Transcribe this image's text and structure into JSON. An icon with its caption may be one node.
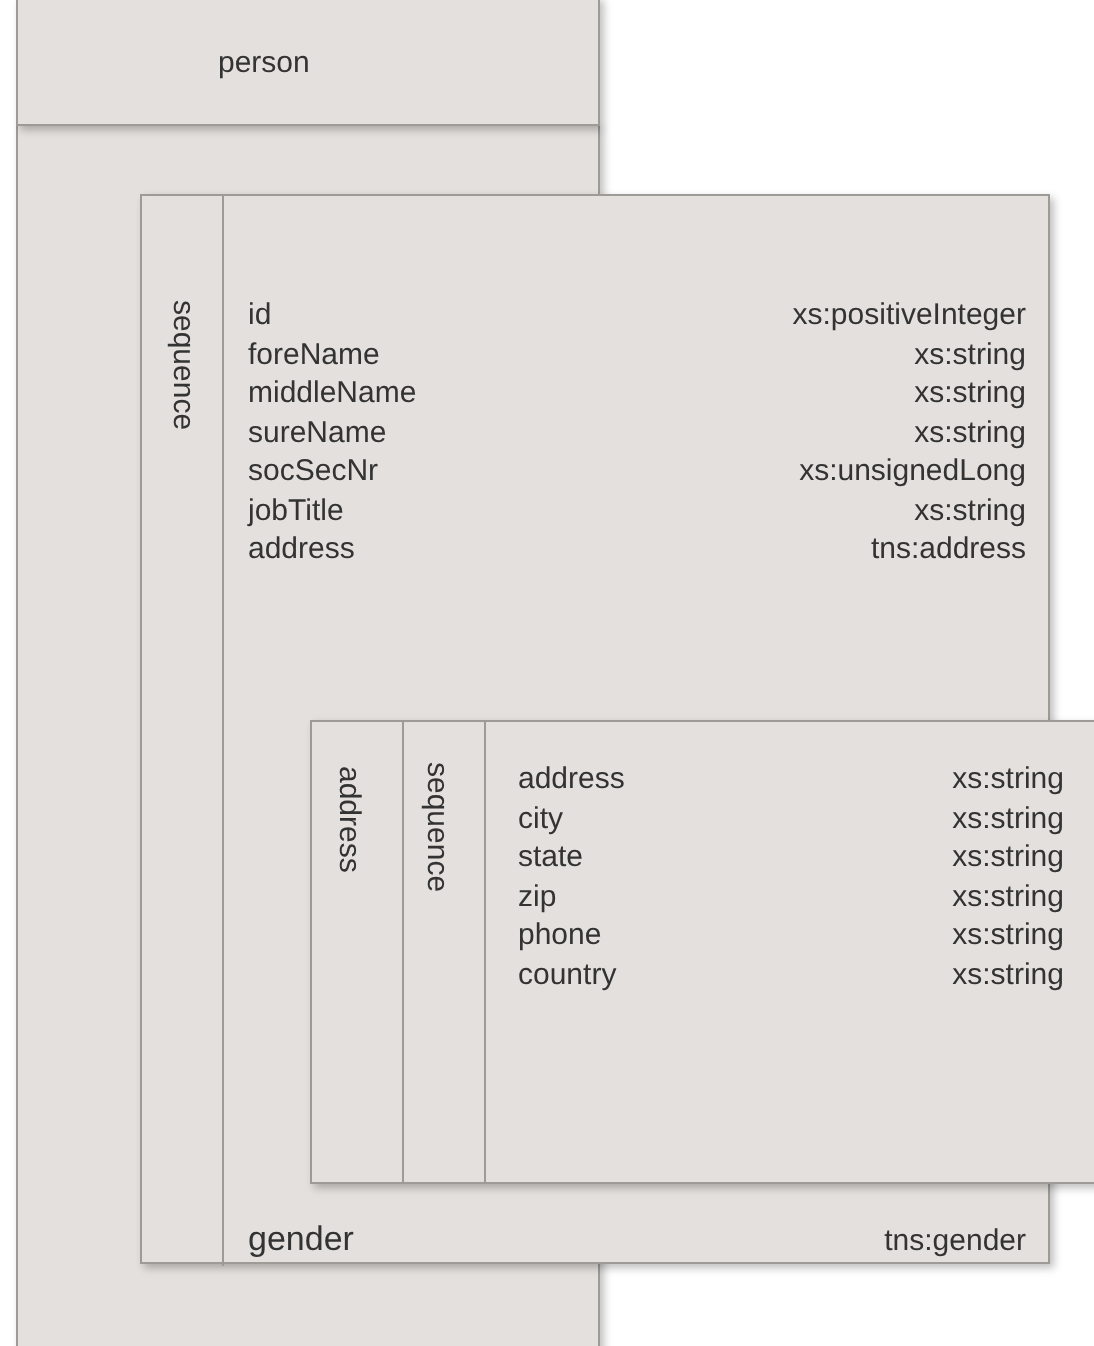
{
  "diagram": {
    "nodes": [
      {
        "text": [
          "person"
        ]
      },
      {
        "text": [
          "sequence"
        ]
      },
      {
        "text": [
          "address"
        ]
      },
      {
        "text": [
          "sequence"
        ],
        "in": 2
      }
    ],
    "labels": [
      "id",
      "xs:positiveInteger",
      "foreName",
      "xs:string",
      "middleName",
      "xs:string",
      "sureName",
      "xs:string",
      "socSecNr",
      "xs:unsignedLong",
      "jobTitle",
      "xs:string",
      "address",
      "tns:address",
      "address",
      "xs:string",
      "city",
      "xs:string",
      "state",
      "xs:string",
      "zip",
      "xs:string",
      "phone",
      "xs:string",
      "country",
      "xs:string",
      "gender",
      "tns:gender"
    ]
  }
}
